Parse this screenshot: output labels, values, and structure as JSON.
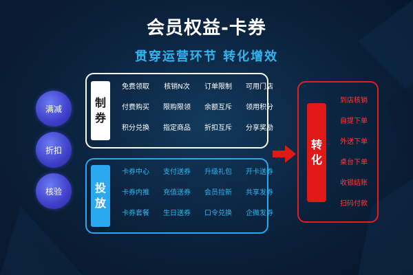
{
  "title": "会员权益-卡券",
  "subtitle": "贯穿运营环节 转化增效",
  "methods": [
    "满减",
    "折扣",
    "核验"
  ],
  "issue": {
    "tag": [
      "制",
      "券"
    ],
    "items": [
      "免费领取",
      "核销N次",
      "订单限制",
      "可用门店",
      "付费购买",
      "限购限领",
      "余额互斥",
      "领用积分",
      "积分兑换",
      "指定商品",
      "折扣互斥",
      "分享奖励"
    ]
  },
  "distribute": {
    "tag": [
      "投",
      "放"
    ],
    "items": [
      "卡券中心",
      "支付送券",
      "升级礼包",
      "开卡送券",
      "卡券内推",
      "充值送券",
      "会员拉新",
      "共享发券",
      "卡券套餐",
      "生日送券",
      "口令兑换",
      "企微发券"
    ]
  },
  "convert": {
    "tag": [
      "转",
      "化"
    ],
    "items": [
      "到店核销",
      "自提下单",
      "外送下单",
      "桌台下单",
      "收银结账",
      "扫码付款"
    ]
  },
  "colors": {
    "accent_blue": "#2aa8f0",
    "accent_red": "#e01818",
    "circle": "#4a4ad8"
  }
}
